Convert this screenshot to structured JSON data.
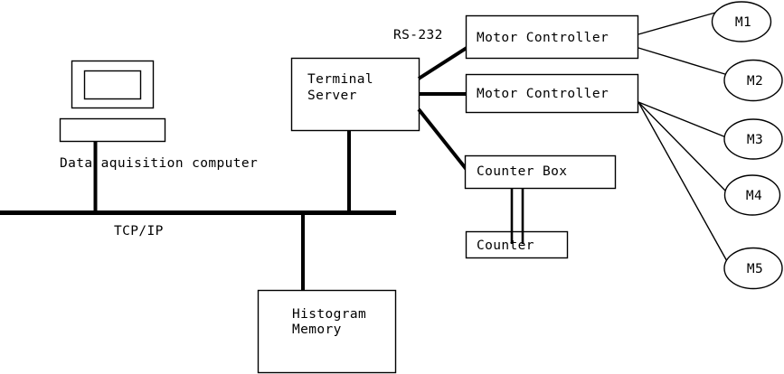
{
  "diagram": {
    "title": "Data Acquisition System Block Diagram",
    "background_color": "#ffffff",
    "line_color": "#000000",
    "nodes": {
      "data_acquisition_computer": {
        "label": "Data aquisition computer",
        "type": "computer-workstation"
      },
      "terminal_server": {
        "label_line1": "Terminal",
        "label_line2": "Server",
        "type": "box"
      },
      "motor_controller_1": {
        "label": "Motor Controller",
        "type": "box"
      },
      "motor_controller_2": {
        "label": "Motor Controller",
        "type": "box"
      },
      "counter_box": {
        "label": "Counter Box",
        "type": "box"
      },
      "counter": {
        "label": "Counter",
        "type": "box"
      },
      "histogram_memory": {
        "label_line1": "Histogram",
        "label_line2": "Memory",
        "type": "box"
      },
      "motor_1": {
        "label": "M1",
        "type": "ellipse"
      },
      "motor_2": {
        "label": "M2",
        "type": "ellipse"
      },
      "motor_3": {
        "label": "M3",
        "type": "ellipse"
      },
      "motor_4": {
        "label": "M4",
        "type": "ellipse"
      },
      "motor_5": {
        "label": "M5",
        "type": "ellipse"
      }
    },
    "edge_labels": {
      "rs232": "RS-232",
      "tcpip": "TCP/IP"
    }
  }
}
